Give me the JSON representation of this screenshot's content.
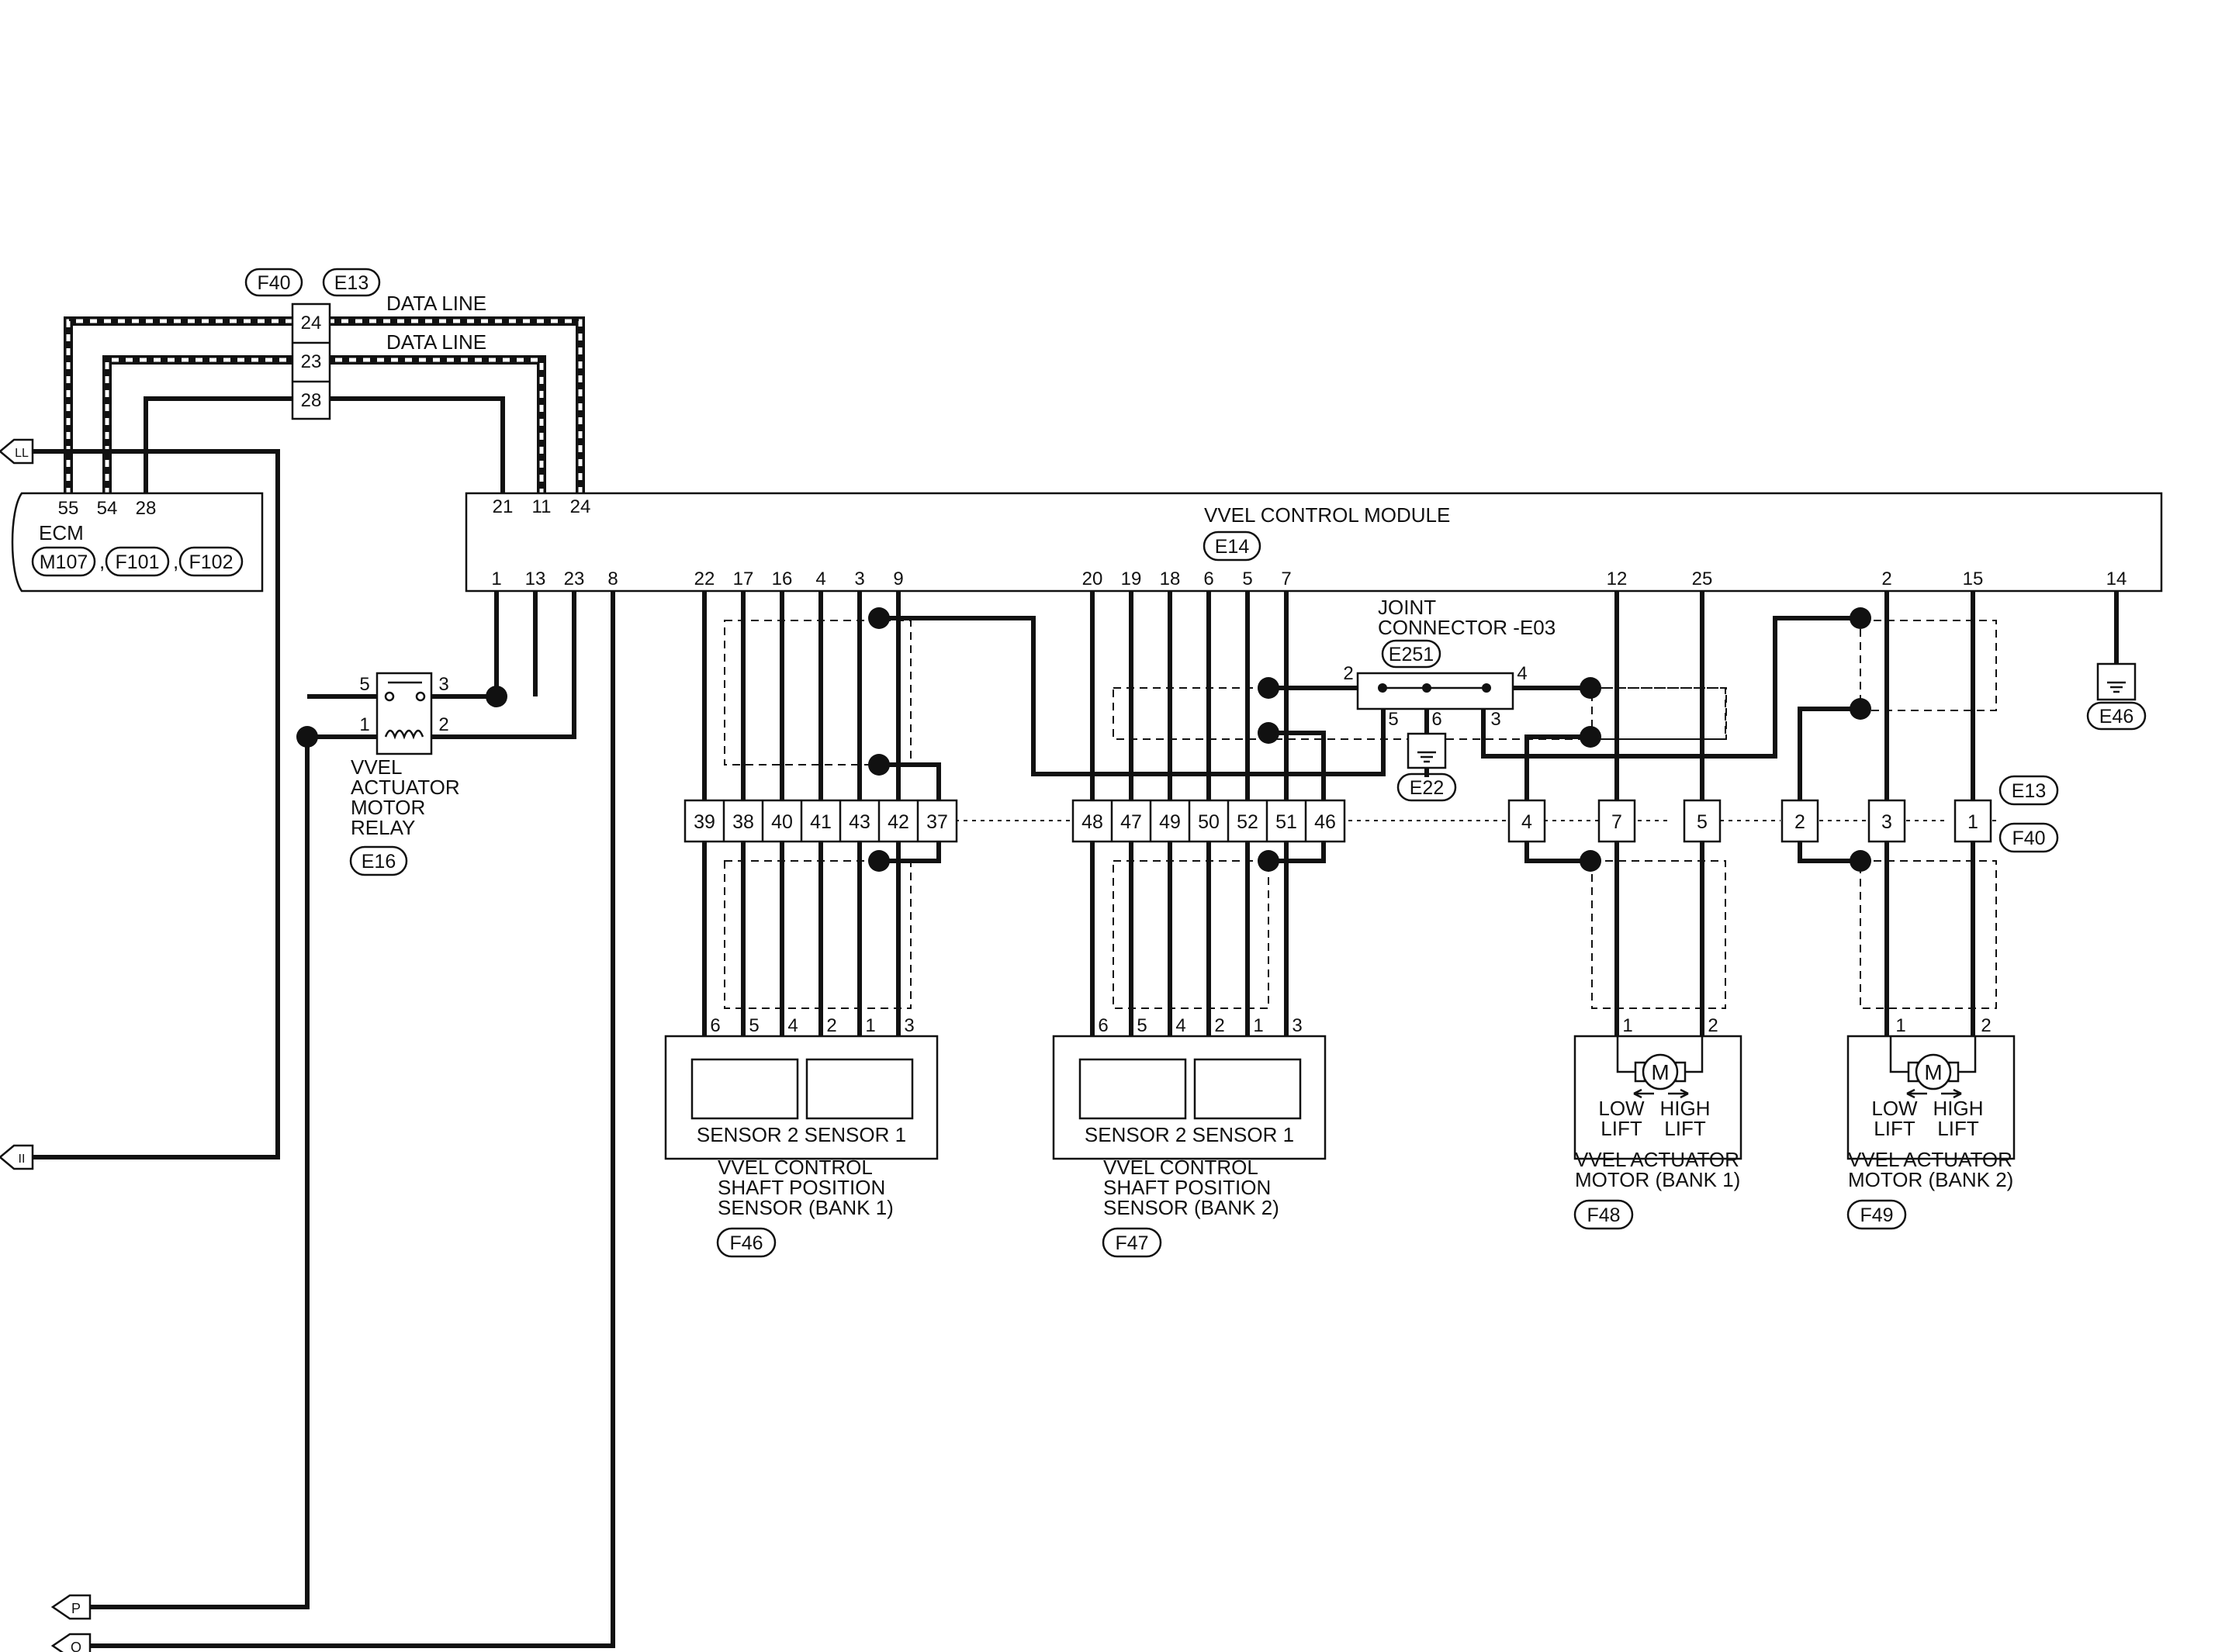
{
  "top_connectors": {
    "conn_a": "F40",
    "conn_b": "E13",
    "pins": [
      "24",
      "23",
      "28"
    ]
  },
  "data_line_labels": [
    "DATA LINE",
    "DATA LINE"
  ],
  "ecm": {
    "label": "ECM",
    "connectors": [
      "M107",
      "F101",
      "F102"
    ],
    "pins": [
      "55",
      "54",
      "28"
    ]
  },
  "module": {
    "name": "VVEL CONTROL MODULE",
    "connector": "E14",
    "top_pins": [
      "21",
      "11",
      "24"
    ],
    "bottom_pins": [
      "1",
      "13",
      "23",
      "8",
      "22",
      "17",
      "16",
      "4",
      "3",
      "9",
      "20",
      "19",
      "18",
      "6",
      "5",
      "7",
      "12",
      "25",
      "2",
      "15",
      "14"
    ]
  },
  "relay": {
    "name_lines": [
      "VVEL",
      "ACTUATOR",
      "MOTOR",
      "RELAY"
    ],
    "connector": "E16",
    "pins": [
      "5",
      "3",
      "1",
      "2"
    ]
  },
  "joint_connector": {
    "name_lines": [
      "JOINT",
      "CONNECTOR -E03"
    ],
    "connector": "E251",
    "pins": [
      "2",
      "4",
      "5",
      "6",
      "3"
    ]
  },
  "grounds": [
    "E22",
    "E46"
  ],
  "inline_connector": {
    "group1": [
      "39",
      "38",
      "40",
      "41",
      "43",
      "42",
      "37"
    ],
    "group2": [
      "48",
      "47",
      "49",
      "50",
      "52",
      "51",
      "46"
    ],
    "group3": [
      "4",
      "7",
      "5",
      "2",
      "3",
      "1"
    ],
    "tag_top": "E13",
    "tag_bottom": "F40"
  },
  "sensor_bank1": {
    "pins": [
      "6",
      "5",
      "4",
      "2",
      "1",
      "3"
    ],
    "inner_labels": "SENSOR 2 SENSOR 1",
    "name_lines": [
      "VVEL CONTROL",
      "SHAFT POSITION",
      "SENSOR (BANK 1)"
    ],
    "connector": "F46"
  },
  "sensor_bank2": {
    "pins": [
      "6",
      "5",
      "4",
      "2",
      "1",
      "3"
    ],
    "inner_labels": "SENSOR 2 SENSOR 1",
    "name_lines": [
      "VVEL CONTROL",
      "SHAFT POSITION",
      "SENSOR (BANK 2)"
    ],
    "connector": "F47"
  },
  "motor_bank1": {
    "pins": [
      "1",
      "2"
    ],
    "symbol": "M",
    "low": [
      "LOW",
      "LIFT"
    ],
    "high": [
      "HIGH",
      "LIFT"
    ],
    "name_lines": [
      "VVEL ACTUATOR",
      "MOTOR (BANK 1)"
    ],
    "connector": "F48"
  },
  "motor_bank2": {
    "pins": [
      "1",
      "2"
    ],
    "symbol": "M",
    "low": [
      "LOW",
      "LIFT"
    ],
    "high": [
      "HIGH",
      "LIFT"
    ],
    "name_lines": [
      "VVEL ACTUATOR",
      "MOTOR (BANK 2)"
    ],
    "connector": "F49"
  },
  "page_refs": [
    "LL",
    "II",
    "P",
    "Q"
  ]
}
